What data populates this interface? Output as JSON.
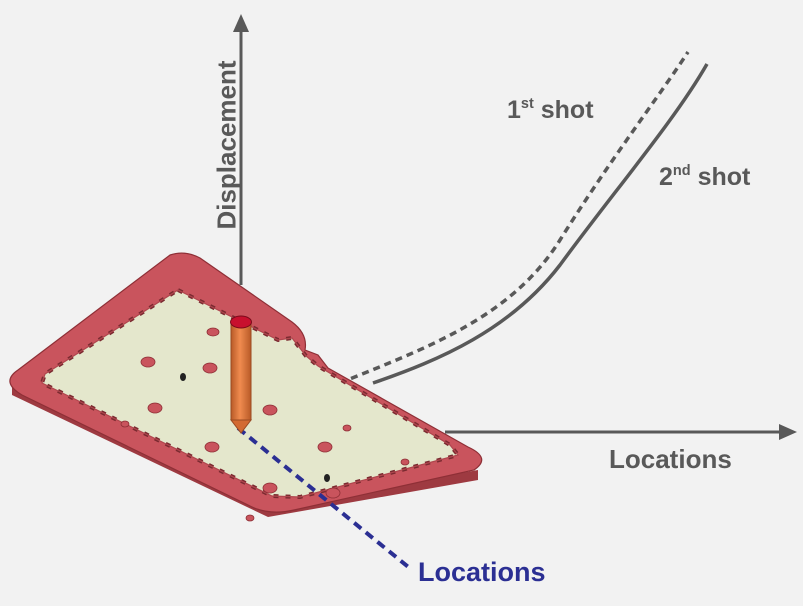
{
  "axes": {
    "y_label": "Displacement",
    "x_label": "Locations"
  },
  "curves": [
    {
      "name": "1",
      "suffix": "st",
      "tail": " shot",
      "style": "dashed"
    },
    {
      "name": "2",
      "suffix": "nd",
      "tail": " shot",
      "style": "solid"
    }
  ],
  "part": {
    "location_line_label": "Locations",
    "location_line_color": "#2b2f93",
    "frame_color": "#c9545d",
    "plate_color": "#e4e7cc",
    "pin_color": "#e2753a"
  }
}
